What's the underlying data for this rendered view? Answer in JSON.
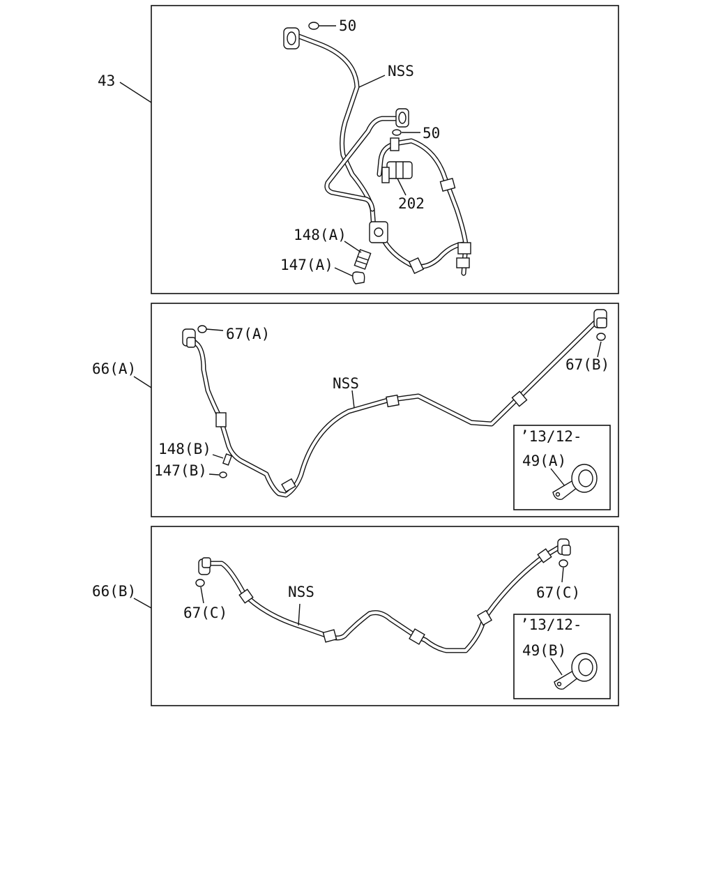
{
  "diagram": {
    "panels": [
      {
        "id": "panel-43",
        "ref": "43",
        "labels": {
          "o_ring_top": "50",
          "nss": "NSS",
          "o_ring_mid": "50",
          "switch": "202",
          "valve": "148(A)",
          "cap": "147(A)"
        }
      },
      {
        "id": "panel-66a",
        "ref": "66(A)",
        "labels": {
          "o_ring_left": "67(A)",
          "o_ring_right": "67(B)",
          "nss": "NSS",
          "valve": "148(B)",
          "cap": "147(B)"
        },
        "inset": {
          "date": "’13/12-",
          "part": "49(A)"
        }
      },
      {
        "id": "panel-66b",
        "ref": "66(B)",
        "labels": {
          "o_ring_left": "67(C)",
          "o_ring_right": "67(C)",
          "nss": "NSS"
        },
        "inset": {
          "date": "’13/12-",
          "part": "49(B)"
        }
      }
    ]
  }
}
